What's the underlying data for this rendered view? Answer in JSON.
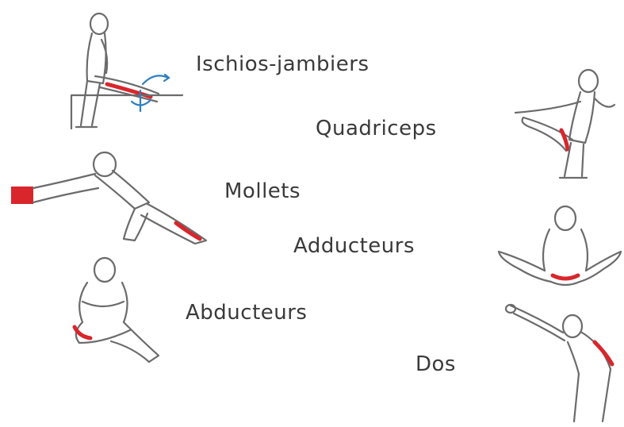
{
  "stretches": [
    {
      "label": "Ischios-jambiers",
      "icon": "hamstring-stretch-figure"
    },
    {
      "label": "Quadriceps",
      "icon": "quadriceps-stretch-figure"
    },
    {
      "label": "Mollets",
      "icon": "calf-stretch-figure"
    },
    {
      "label": "Adducteurs",
      "icon": "adductor-stretch-figure"
    },
    {
      "label": "Abducteurs",
      "icon": "abductor-stretch-figure"
    },
    {
      "label": "Dos",
      "icon": "back-stretch-figure"
    }
  ],
  "colors": {
    "outline": "#6b6b6b",
    "muscle_highlight": "#d8262c",
    "arrow": "#2d7fc1",
    "label_text": "#3a3a3a"
  }
}
